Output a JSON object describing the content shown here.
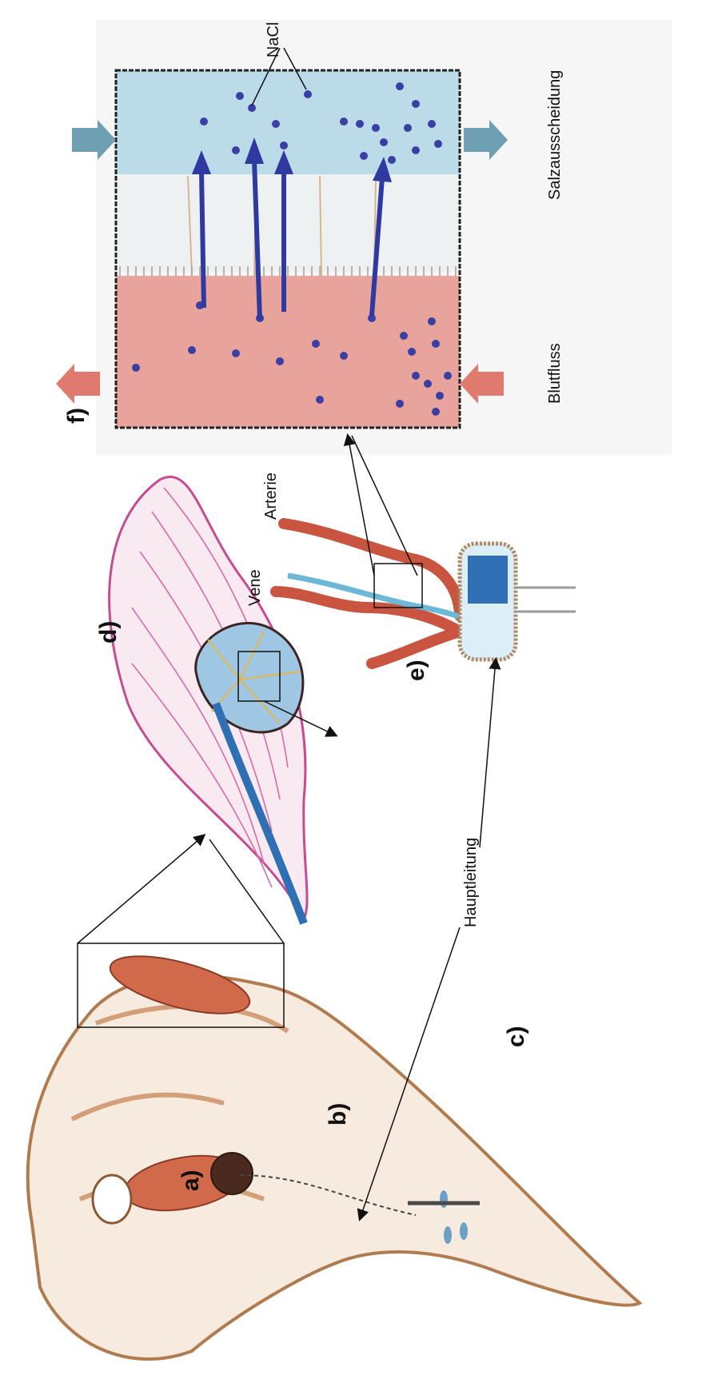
{
  "panels": {
    "a": "a)",
    "b": "b)",
    "c": "c)",
    "d": "d)",
    "e": "e)",
    "f": "f)"
  },
  "labels": {
    "nacl": "NaCl",
    "salzausscheidung": "Salzausscheidung",
    "blutfluss": "Blutfluss",
    "arterie": "Arterie",
    "vene": "Vene",
    "hauptleitung": "Hauptleitung"
  },
  "colors": {
    "blood": "#e8a39c",
    "salt_fluid": "#bcdbe8",
    "nacl_dot": "#3a3fa3",
    "arrow_blue": "#2f39a0",
    "skull": "#c98c5e",
    "gland_lobe": "#d06a4a",
    "d_outline": "#c64c92",
    "vessel_red": "#c9543f",
    "vessel_blue": "#6db7d7"
  }
}
